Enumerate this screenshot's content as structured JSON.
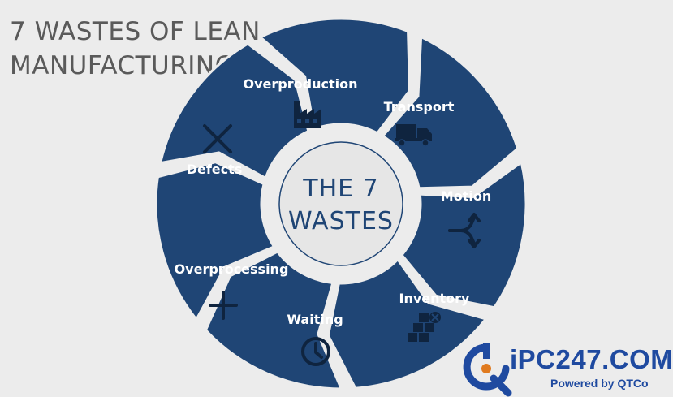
{
  "title": {
    "line1": "7 WASTES OF LEAN",
    "line2": "MANUFACTURING"
  },
  "center": {
    "line1": "THE 7",
    "line2": "WASTES"
  },
  "segments": [
    {
      "label": "Overproduction",
      "icon": "factory-icon"
    },
    {
      "label": "Transport",
      "icon": "truck-icon"
    },
    {
      "label": "Motion",
      "icon": "merge-arrows-icon"
    },
    {
      "label": "Inventory",
      "icon": "boxes-icon"
    },
    {
      "label": "Waiting",
      "icon": "clock-icon"
    },
    {
      "label": "Overprocessing",
      "icon": "plus-icon"
    },
    {
      "label": "Defects",
      "icon": "x-icon"
    }
  ],
  "colors": {
    "segment": "#1f4575",
    "icon": "#0f243f",
    "background": "#ececec",
    "brand": "#1f4aa0"
  },
  "logo": {
    "wordmark": "iPC247.COM",
    "tagline": "Powered by QTCo"
  }
}
